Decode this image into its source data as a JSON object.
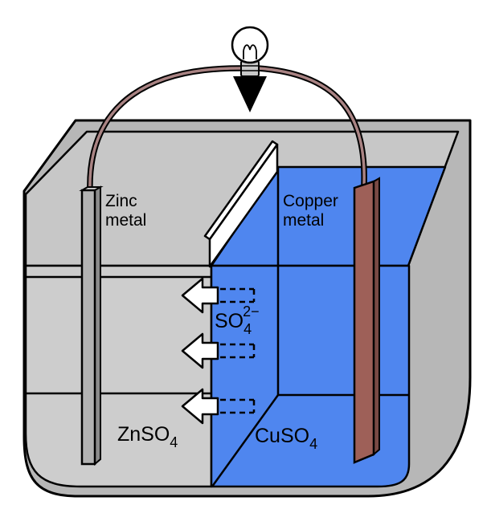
{
  "diagram": {
    "type": "galvanic-cell",
    "labels": {
      "zinc_metal": {
        "line1": "Zinc",
        "line2": "metal"
      },
      "copper_metal": {
        "line1": "Copper",
        "line2": "metal"
      },
      "sulfate_ion": {
        "base": "SO",
        "sub": "4",
        "sup": "2−"
      },
      "zinc_sulfate": {
        "base": "ZnSO",
        "sub": "4"
      },
      "copper_sulfate": {
        "base": "CuSO",
        "sub": "4"
      }
    },
    "colors": {
      "tank_gray": "#b7b7b7",
      "back_wall_gray": "#c7c7c7",
      "left_solution_gray": "#cdcdcd",
      "solution_blue": "#4f86ef",
      "zinc_gray": "#b2b2b2",
      "zinc_side_gray": "#8b8b8b",
      "zinc_top_gray": "#d8d8d8",
      "copper_brown": "#9e6058",
      "copper_side_brown": "#7a4a44",
      "wire_color": "#a98383",
      "membrane_white": "#ffffff",
      "arrow_white": "#ffffff",
      "bulb_base_gray": "#c9c9c9",
      "outline_black": "#000000"
    }
  }
}
